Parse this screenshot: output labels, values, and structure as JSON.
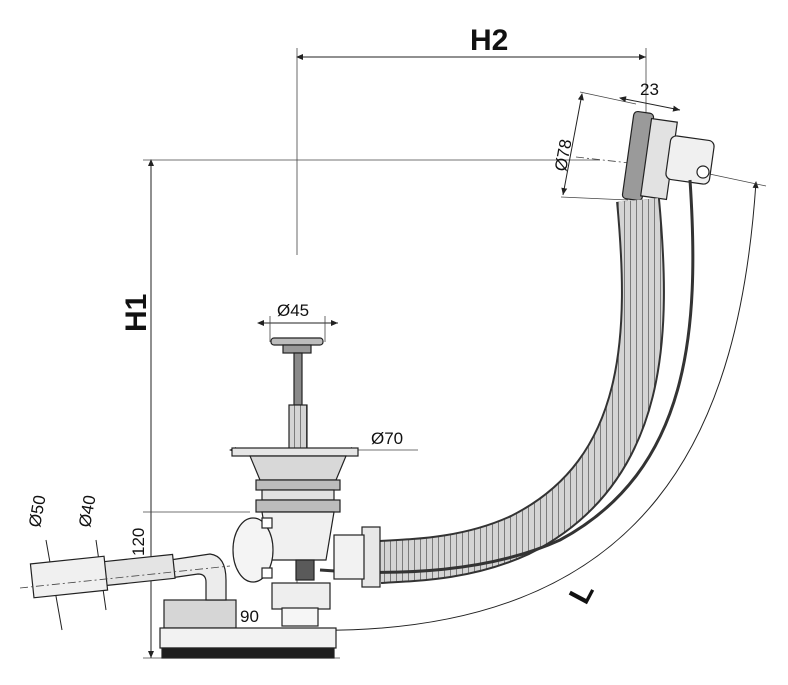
{
  "labels": {
    "h1": "H1",
    "h2": "H2",
    "l": "L",
    "dia78": "Ø78",
    "dim23": "23",
    "dia45": "Ø45",
    "dia70": "Ø70",
    "dia50": "Ø50",
    "dia40": "Ø40",
    "dim120": "120",
    "dim90": "90"
  },
  "colors": {
    "metal_light": "#e6e6e6",
    "metal_mid": "#bdbdbd",
    "metal_dark": "#8a8a8a",
    "hose_fill": "#d0d0d0",
    "line": "#222222"
  }
}
